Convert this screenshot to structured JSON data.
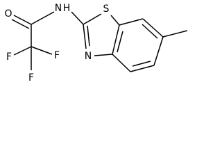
{
  "atoms": {
    "F": "F",
    "O": "O",
    "N": "N",
    "H": "H",
    "S": "S"
  }
}
